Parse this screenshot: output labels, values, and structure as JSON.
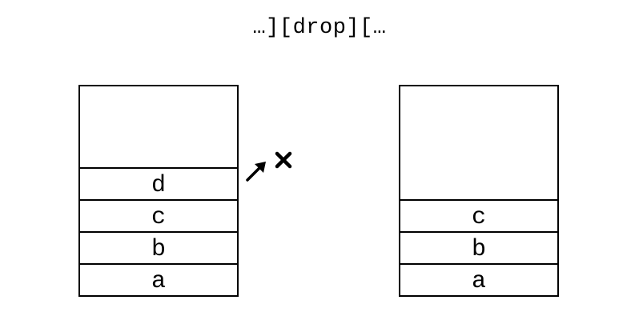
{
  "title": "…][drop][…",
  "stacks": [
    {
      "cells": [
        "d",
        "c",
        "b",
        "a"
      ]
    },
    {
      "cells": [
        "c",
        "b",
        "a"
      ]
    }
  ],
  "icons": {
    "arrow": "arrow-up-right-icon",
    "cross": "cross-icon"
  }
}
